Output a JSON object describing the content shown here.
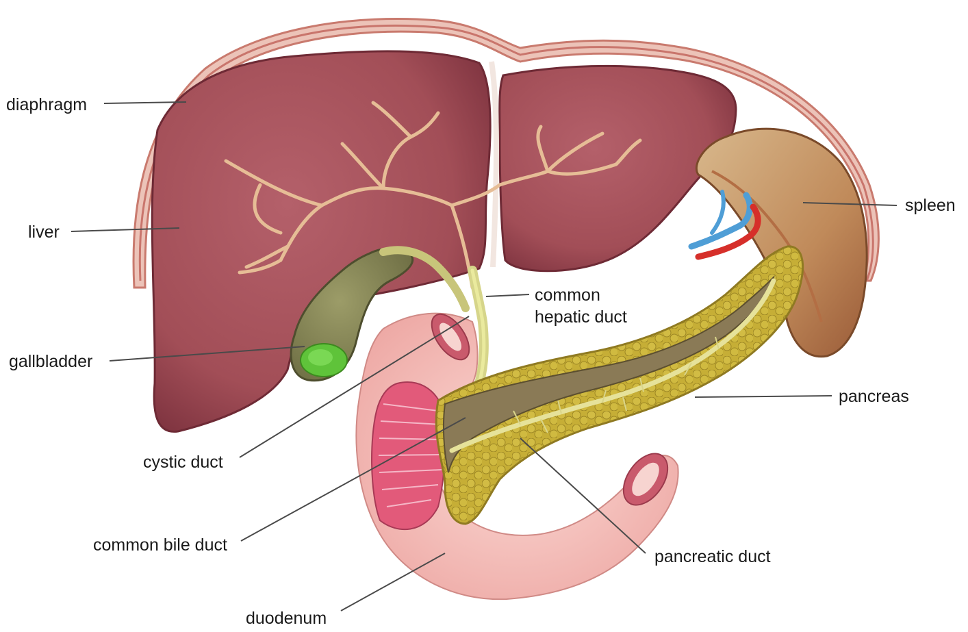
{
  "labels": {
    "diaphragm": "diaphragm",
    "liver": "liver",
    "gallbladder": "gallbladder",
    "cystic_duct": "cystic duct",
    "common_bile_duct": "common bile duct",
    "duodenum": "duodenum",
    "common_hepatic_duct_line1": "common",
    "common_hepatic_duct_line2": "hepatic duct",
    "spleen": "spleen",
    "pancreas": "pancreas",
    "pancreatic_duct": "pancreatic duct"
  },
  "colors": {
    "diaphragm_outer": "#e8b4aa",
    "diaphragm_band": "#c97a6e",
    "liver": "#a8535a",
    "liver_shade": "#8c3e46",
    "bile_tree": "#e7c09a",
    "gallbladder": "#8a8a5a",
    "gallbladder_bile": "#5fc23a",
    "spleen": "#c8a27a",
    "spleen_inner": "#a0683f",
    "pancreas": "#c9b33a",
    "pancreas_dark": "#8f7a22",
    "duct": "#d8d88a",
    "duodenum": "#f3c4c0",
    "duodenum_lumen": "#d9647a",
    "artery": "#d8332c",
    "vein": "#5aa4d8"
  }
}
